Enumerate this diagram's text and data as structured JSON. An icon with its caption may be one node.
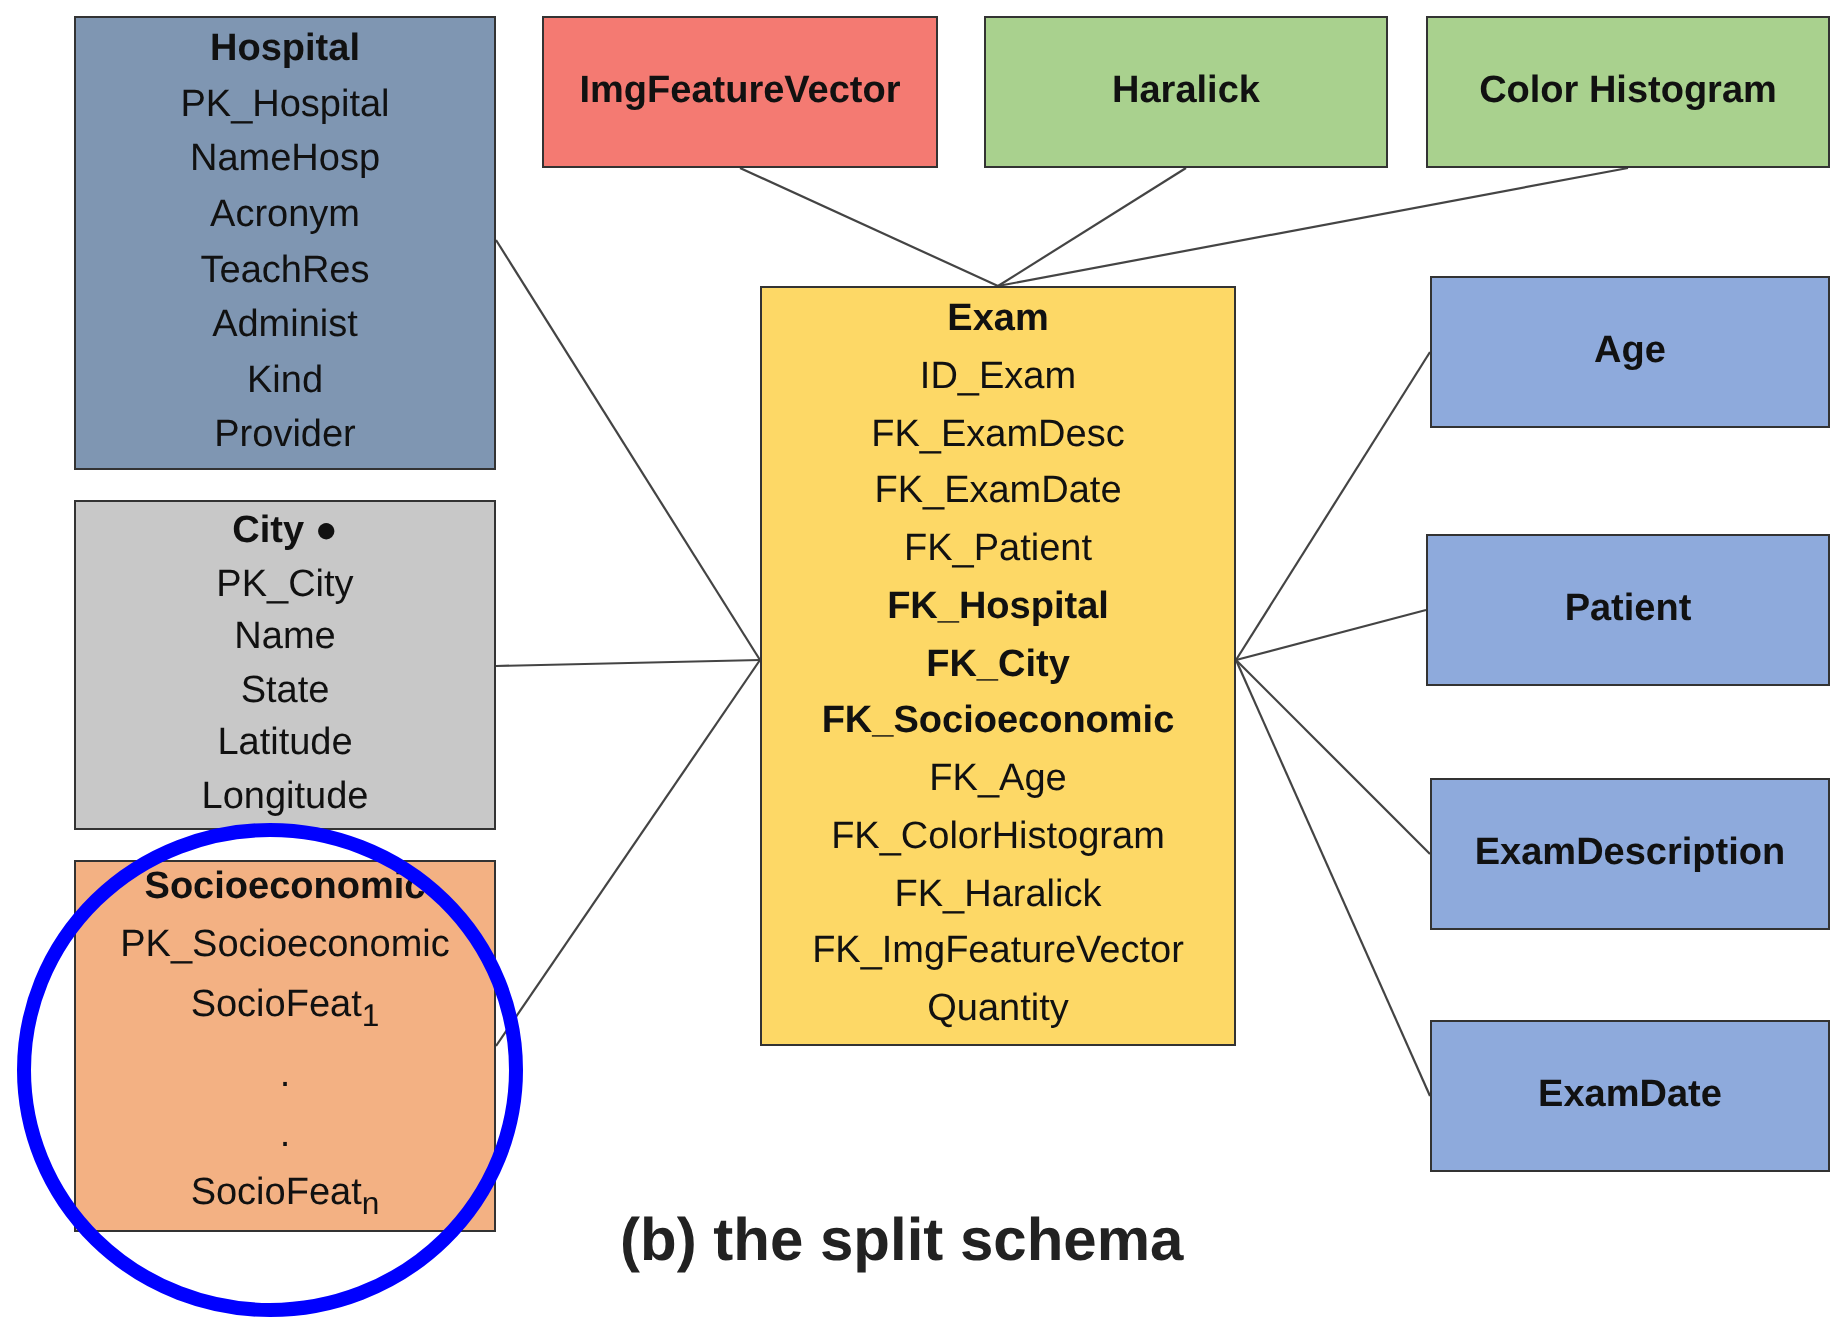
{
  "diagram": {
    "caption": "(b) the split schema",
    "nodes": [
      {
        "text": [
          "Hospital",
          "PK_Hospital",
          "NameHosp",
          "Acronym",
          "TeachRes",
          "Administ",
          "Kind",
          "Provider"
        ]
      },
      {
        "text": [
          "ImgFeatureVector"
        ]
      },
      {
        "text": [
          "Haralick"
        ]
      },
      {
        "text": [
          "Color Histogram"
        ]
      },
      {
        "text": [
          "Exam",
          "ID_Exam",
          "FK_ExamDesc",
          "FK_ExamDate",
          "FK_Patient",
          "FK_Hospital",
          "FK_City",
          "FK_Socioeconomic",
          "FK_Age",
          "FK_ColorHistogram",
          "FK_Haralick",
          "FK_ImgFeatureVector",
          "Quantity"
        ]
      },
      {
        "text": [
          "City ●",
          "PK_City",
          "Name",
          "State",
          "Latitude",
          "Longitude"
        ]
      },
      {
        "text": [
          "Age"
        ]
      },
      {
        "text": [
          "Patient"
        ]
      },
      {
        "text": [
          "Socioeconomic",
          "PK_Socioeconomic",
          "SocioFeat$_{1}$",
          ".",
          ".",
          "SocioFeat$_{n}$"
        ]
      },
      {
        "text": [
          "ExamDescription"
        ]
      },
      {
        "text": [
          "ExamDate"
        ]
      }
    ],
    "edges": [
      {
        "from": 0,
        "to": 4,
        "arrow": "none"
      },
      {
        "from": 1,
        "to": 4,
        "arrow": "none"
      },
      {
        "from": 2,
        "to": 4,
        "arrow": "none"
      },
      {
        "from": 3,
        "to": 4,
        "arrow": "none"
      },
      {
        "from": 5,
        "to": 4,
        "arrow": "none"
      },
      {
        "from": 8,
        "to": 4,
        "arrow": "none"
      },
      {
        "from": 4,
        "to": 6,
        "arrow": "none"
      },
      {
        "from": 4,
        "to": 7,
        "arrow": "none"
      },
      {
        "from": 4,
        "to": 9,
        "arrow": "none"
      },
      {
        "from": 4,
        "to": 10,
        "arrow": "none"
      }
    ]
  }
}
